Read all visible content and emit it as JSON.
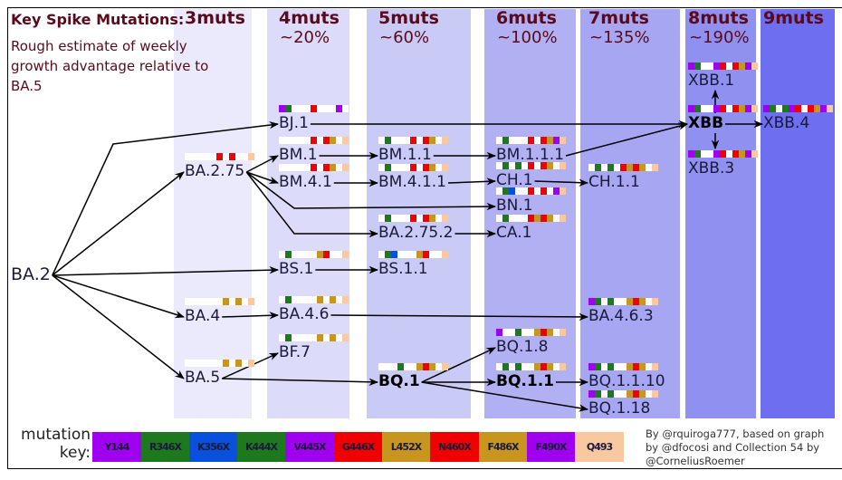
{
  "title": "Key Spike Mutations:",
  "subtitle": "Rough estimate of weekly growth advantage relative to BA.5",
  "columns": [
    {
      "label": "3muts",
      "advantage": "",
      "color": "#eaeafc"
    },
    {
      "label": "4muts",
      "advantage": "~20%",
      "color": "#dcdcfa"
    },
    {
      "label": "5muts",
      "advantage": "~60%",
      "color": "#cacaf7"
    },
    {
      "label": "6muts",
      "advantage": "~100%",
      "color": "#b0b0f3"
    },
    {
      "label": "7muts",
      "advantage": "~135%",
      "color": "#a6a6f3"
    },
    {
      "label": "8muts",
      "advantage": "~190%",
      "color": "#9090f1"
    },
    {
      "label": "9muts",
      "advantage": "",
      "color": "#6e6ef0"
    }
  ],
  "mutation_key": {
    "label": "mutation key:",
    "items": [
      {
        "name": "Y144",
        "color": "#a000f0"
      },
      {
        "name": "R346X",
        "color": "#1e781e"
      },
      {
        "name": "K356X",
        "color": "#0a50dc"
      },
      {
        "name": "K444X",
        "color": "#1e781e"
      },
      {
        "name": "V445X",
        "color": "#a000f0"
      },
      {
        "name": "G446X",
        "color": "#f00000"
      },
      {
        "name": "L452X",
        "color": "#c8961e"
      },
      {
        "name": "N460X",
        "color": "#f00000"
      },
      {
        "name": "F486X",
        "color": "#c8961e"
      },
      {
        "name": "F490X",
        "color": "#a000f0"
      },
      {
        "name": "Q493",
        "color": "#f8c8a0"
      }
    ]
  },
  "credit": "By @rquiroga777, based on graph by @dfocosi and Collection 54 by @CorneliusRoemer",
  "nodes": [
    {
      "id": "BA.2",
      "label": "BA.2",
      "bold": false,
      "muts": []
    },
    {
      "id": "BA.2.75",
      "label": "BA.2.75",
      "bold": false,
      "muts": [
        "G446X",
        "N460X",
        "Q493"
      ]
    },
    {
      "id": "BA.4",
      "label": "BA.4",
      "bold": false,
      "muts": [
        "L452X",
        "F486X",
        "Q493"
      ]
    },
    {
      "id": "BA.5",
      "label": "BA.5",
      "bold": false,
      "muts": [
        "L452X",
        "F486X",
        "Q493"
      ]
    },
    {
      "id": "BJ.1",
      "label": "BJ.1",
      "bold": false,
      "muts": [
        "Y144",
        "R346X",
        "G446X",
        "F490X"
      ]
    },
    {
      "id": "BM.1",
      "label": "BM.1",
      "bold": false,
      "muts": [
        "G446X",
        "N460X",
        "F486X",
        "Q493"
      ]
    },
    {
      "id": "BM.4.1",
      "label": "BM.4.1",
      "bold": false,
      "muts": [
        "G446X",
        "N460X",
        "F486X",
        "Q493"
      ]
    },
    {
      "id": "BS.1",
      "label": "BS.1",
      "bold": false,
      "muts": [
        "R346X",
        "L452X",
        "N460X",
        "Q493"
      ]
    },
    {
      "id": "BA.4.6",
      "label": "BA.4.6",
      "bold": false,
      "muts": [
        "R346X",
        "L452X",
        "F486X",
        "Q493"
      ]
    },
    {
      "id": "BF.7",
      "label": "BF.7",
      "bold": false,
      "muts": [
        "R346X",
        "L452X",
        "F486X",
        "Q493"
      ]
    },
    {
      "id": "BM.1.1",
      "label": "BM.1.1",
      "bold": false,
      "muts": [
        "R346X",
        "G446X",
        "N460X",
        "F486X",
        "Q493"
      ]
    },
    {
      "id": "BM.4.1.1",
      "label": "BM.4.1.1",
      "bold": false,
      "muts": [
        "R346X",
        "G446X",
        "N460X",
        "F486X",
        "Q493"
      ]
    },
    {
      "id": "BA.2.75.2",
      "label": "BA.2.75.2",
      "bold": false,
      "muts": [
        "R346X",
        "G446X",
        "N460X",
        "F486X",
        "Q493"
      ]
    },
    {
      "id": "BS.1.1",
      "label": "BS.1.1",
      "bold": false,
      "muts": [
        "R346X",
        "K356X",
        "L452X",
        "N460X",
        "Q493"
      ]
    },
    {
      "id": "BQ.1",
      "label": "BQ.1",
      "bold": true,
      "muts": [
        "K444X",
        "L452X",
        "N460X",
        "F486X",
        "Q493"
      ]
    },
    {
      "id": "BM.1.1.1",
      "label": "BM.1.1.1",
      "bold": false,
      "muts": [
        "R346X",
        "G446X",
        "N460X",
        "F486X",
        "F490X",
        "Q493"
      ]
    },
    {
      "id": "CH.1",
      "label": "CH.1",
      "bold": false,
      "muts": [
        "R346X",
        "K444X",
        "G446X",
        "N460X",
        "F486X",
        "Q493"
      ]
    },
    {
      "id": "BN.1",
      "label": "BN.1",
      "bold": false,
      "muts": [
        "R346X",
        "K356X",
        "G446X",
        "N460X",
        "F490X",
        "Q493"
      ]
    },
    {
      "id": "CA.1",
      "label": "CA.1",
      "bold": false,
      "muts": [
        "R346X",
        "L452X",
        "G446X",
        "N460X",
        "F486X",
        "Q493"
      ]
    },
    {
      "id": "BQ.1.8",
      "label": "BQ.1.8",
      "bold": false,
      "muts": [
        "Y144",
        "K444X",
        "L452X",
        "N460X",
        "F486X",
        "Q493"
      ]
    },
    {
      "id": "BQ.1.1",
      "label": "BQ.1.1",
      "bold": true,
      "muts": [
        "R346X",
        "K444X",
        "L452X",
        "N460X",
        "F486X",
        "Q493"
      ]
    },
    {
      "id": "CH.1.1",
      "label": "CH.1.1",
      "bold": false,
      "muts": [
        "R346X",
        "K444X",
        "G446X",
        "L452X",
        "N460X",
        "F486X",
        "Q493"
      ]
    },
    {
      "id": "BA.4.6.3",
      "label": "BA.4.6.3",
      "bold": false,
      "muts": [
        "Y144",
        "R346X",
        "K444X",
        "L452X",
        "N460X",
        "F486X",
        "Q493"
      ]
    },
    {
      "id": "BQ.1.1.10",
      "label": "BQ.1.1.10",
      "bold": false,
      "muts": [
        "Y144",
        "R346X",
        "K444X",
        "L452X",
        "N460X",
        "F486X",
        "Q493"
      ]
    },
    {
      "id": "BQ.1.18",
      "label": "BQ.1.18",
      "bold": false,
      "muts": [
        "Y144",
        "R346X",
        "K444X",
        "L452X",
        "N460X",
        "F486X",
        "Q493"
      ]
    },
    {
      "id": "XBB",
      "label": "XBB",
      "bold": true,
      "muts": [
        "Y144",
        "R346X",
        "V445X",
        "G446X",
        "N460X",
        "F486X",
        "F490X",
        "Q493"
      ]
    },
    {
      "id": "XBB.1",
      "label": "XBB.1",
      "bold": false,
      "muts": [
        "Y144",
        "R346X",
        "V445X",
        "G446X",
        "N460X",
        "F486X",
        "F490X",
        "Q493"
      ]
    },
    {
      "id": "XBB.3",
      "label": "XBB.3",
      "bold": false,
      "muts": [
        "Y144",
        "R346X",
        "V445X",
        "G446X",
        "N460X",
        "F486X",
        "F490X",
        "Q493"
      ]
    },
    {
      "id": "XBB.4",
      "label": "XBB.4",
      "bold": false,
      "muts": [
        "Y144",
        "R346X",
        "K444X",
        "V445X",
        "G446X",
        "N460X",
        "F486X",
        "F490X",
        "Q493"
      ]
    }
  ],
  "edges": [
    [
      "BA.2",
      "BJ.1"
    ],
    [
      "BA.2",
      "BA.2.75"
    ],
    [
      "BA.2",
      "BS.1"
    ],
    [
      "BA.2",
      "BA.4"
    ],
    [
      "BA.2",
      "BA.5"
    ],
    [
      "BA.2.75",
      "BM.1"
    ],
    [
      "BA.2.75",
      "BM.4.1"
    ],
    [
      "BA.2.75",
      "BN.1"
    ],
    [
      "BA.2.75",
      "BA.2.75.2"
    ],
    [
      "BJ.1",
      "XBB"
    ],
    [
      "BM.1",
      "BM.1.1"
    ],
    [
      "BM.1.1",
      "BM.1.1.1"
    ],
    [
      "BM.1.1.1",
      "XBB"
    ],
    [
      "BM.4.1",
      "BM.4.1.1"
    ],
    [
      "BM.4.1.1",
      "CH.1"
    ],
    [
      "CH.1",
      "CH.1.1"
    ],
    [
      "BA.2.75.2",
      "CA.1"
    ],
    [
      "BS.1",
      "BS.1.1"
    ],
    [
      "BA.4",
      "BA.4.6"
    ],
    [
      "BA.4.6",
      "BA.4.6.3"
    ],
    [
      "BA.5",
      "BF.7"
    ],
    [
      "BA.5",
      "BQ.1"
    ],
    [
      "BQ.1",
      "BQ.1.8"
    ],
    [
      "BQ.1",
      "BQ.1.1"
    ],
    [
      "BQ.1",
      "BQ.1.18"
    ],
    [
      "BQ.1.1",
      "BQ.1.1.10"
    ],
    [
      "XBB",
      "XBB.1"
    ],
    [
      "XBB",
      "XBB.3"
    ],
    [
      "XBB",
      "XBB.4"
    ]
  ]
}
